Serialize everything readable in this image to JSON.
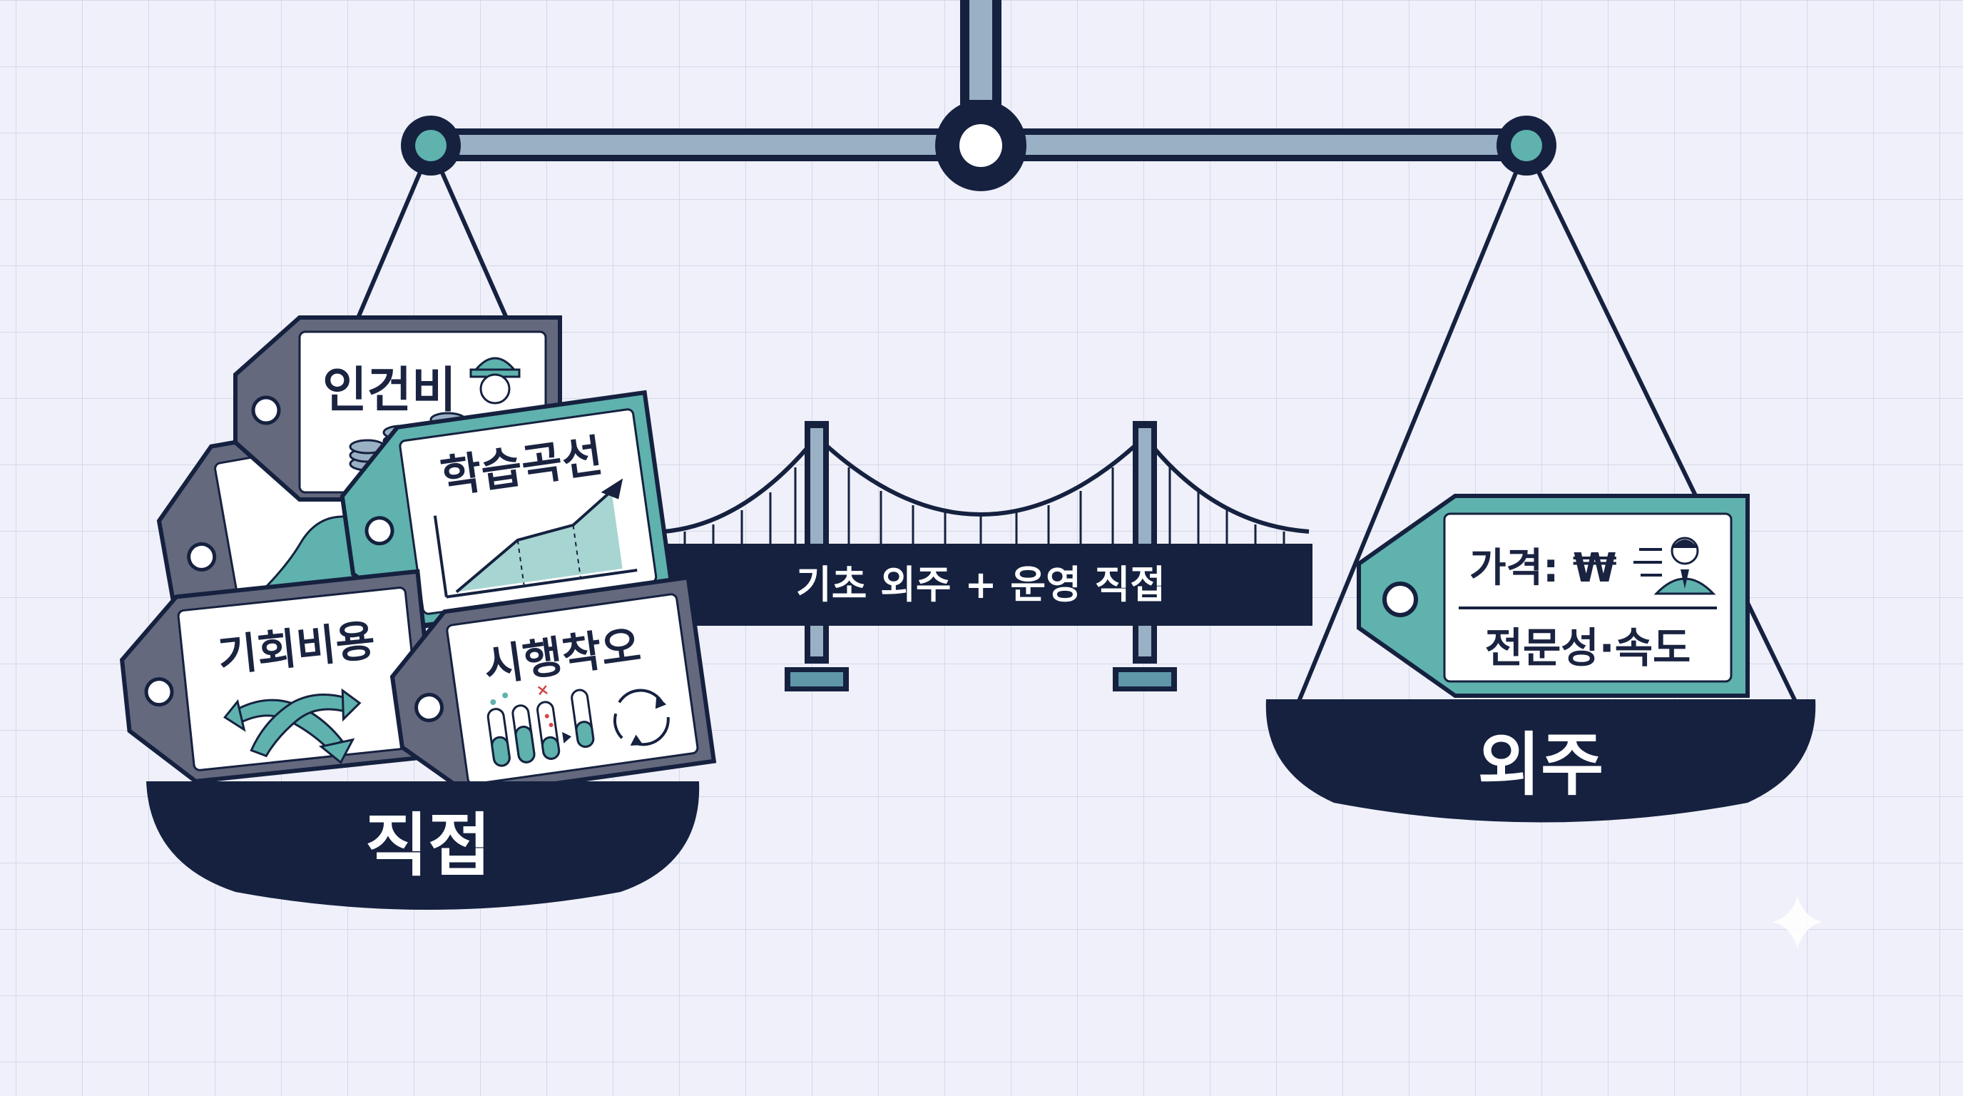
{
  "colors": {
    "background": "#eff0f9",
    "grid": "#d5d8e8",
    "navy": "#15213f",
    "beam": "#9ab0c4",
    "teal": "#5fb2ad",
    "tag_gray": "#64697e",
    "card": "#ffffff"
  },
  "left_pan": {
    "label": "직접",
    "tags": [
      {
        "label": "인건비",
        "icon": "worker-with-coins-icon"
      },
      {
        "label": "",
        "icon": "area-chart-coins-icon"
      },
      {
        "label": "학습곡선",
        "icon": "learning-curve-chart-icon"
      },
      {
        "label": "기회비용",
        "icon": "branching-arrows-icon"
      },
      {
        "label": "시행착오",
        "icon": "test-tubes-cycle-icon"
      }
    ]
  },
  "right_pan": {
    "label": "외주",
    "tag": {
      "line1": "가격: ₩",
      "line2": "전문성·속도",
      "icon": "fast-businessman-icon"
    }
  },
  "bridge": {
    "label": "기초 외주 + 운영 직접"
  }
}
